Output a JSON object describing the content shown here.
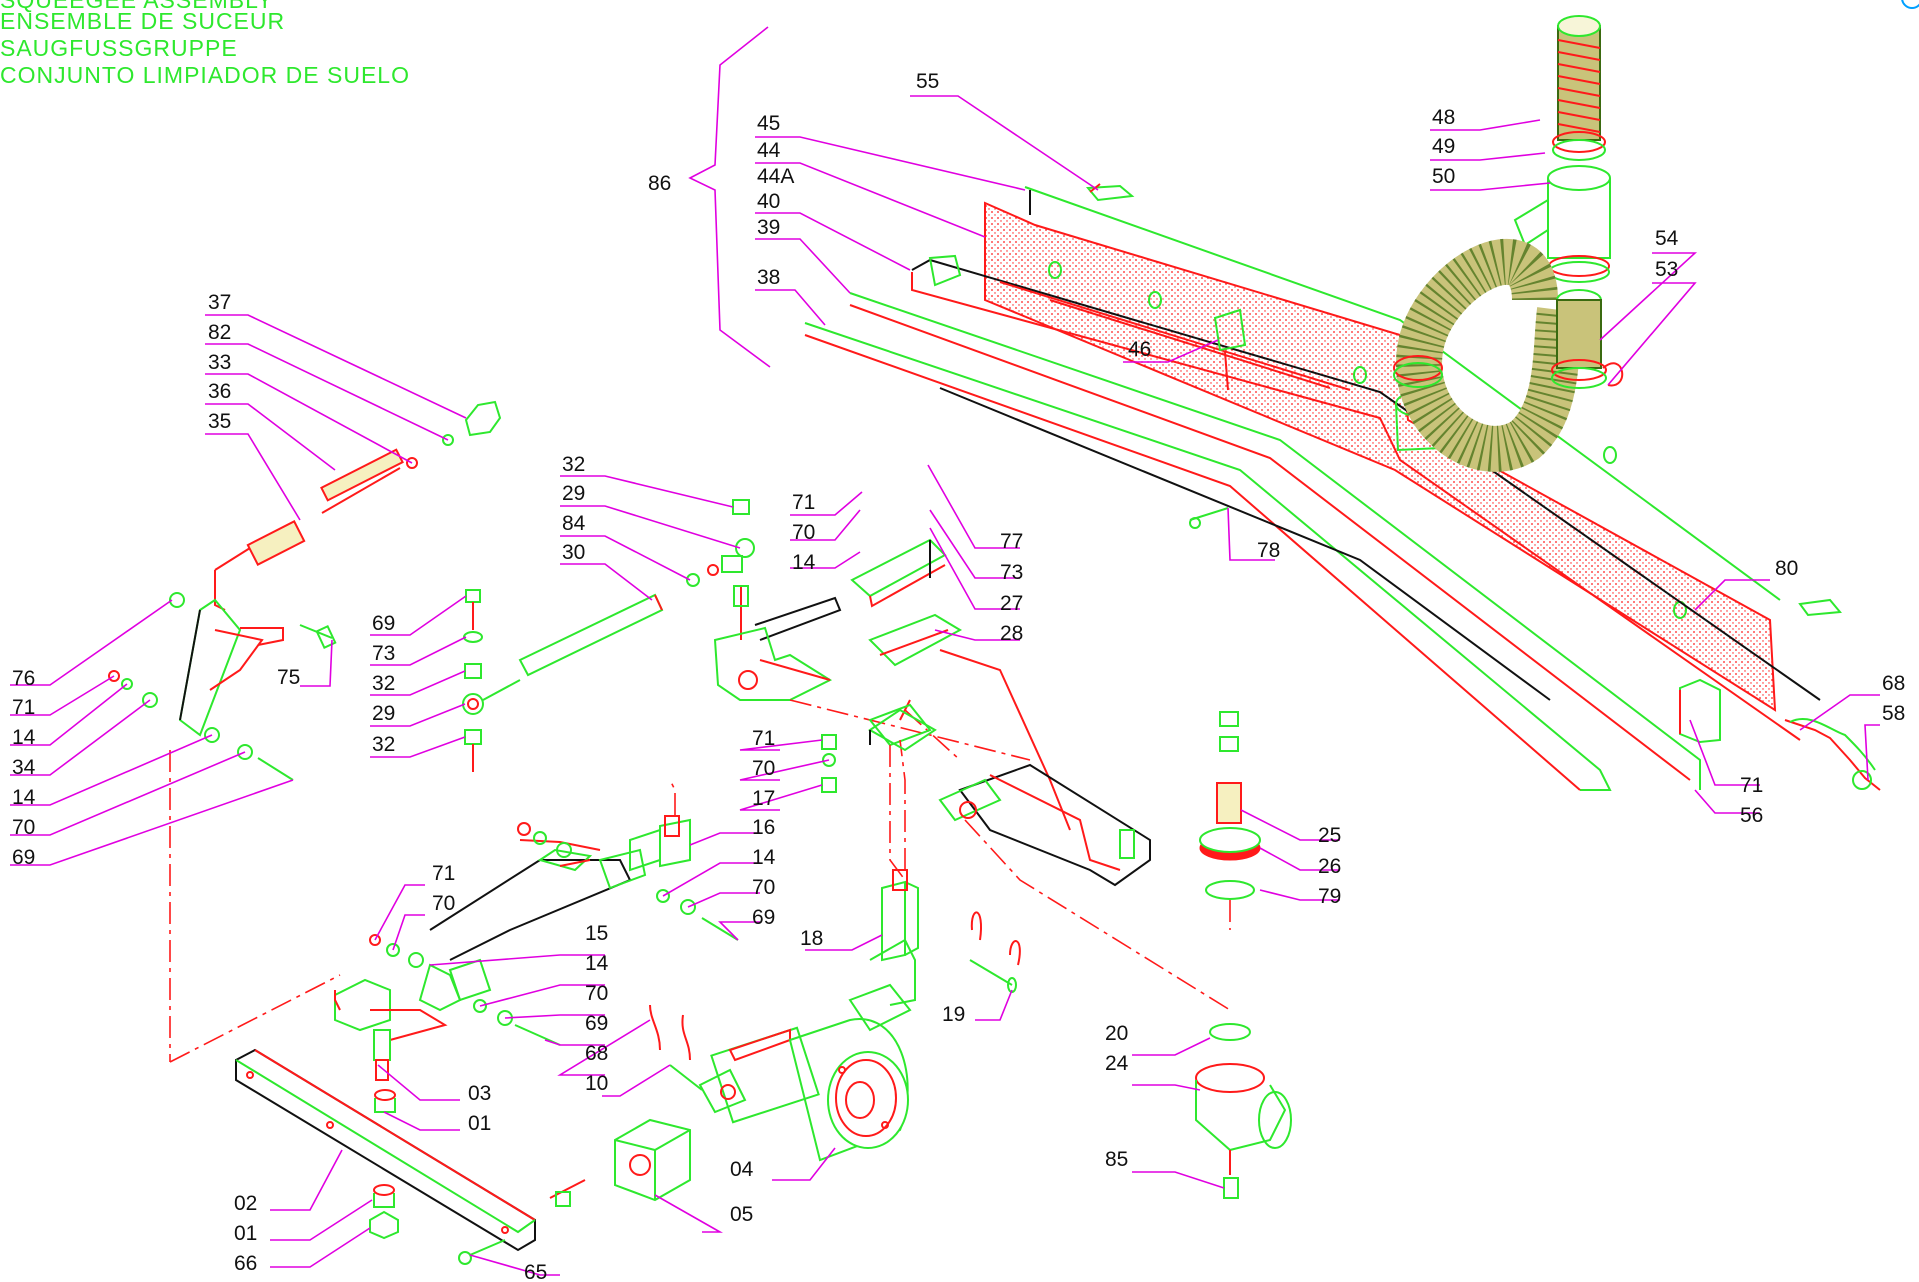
{
  "title_lines": [
    "SQUEEGEE ASSEMBLY",
    "ENSEMBLE DE SUCEUR",
    "SAUGFUSSGRUPPE",
    "CONJUNTO LIMPIADOR DE SUELO"
  ],
  "colors": {
    "title": "#2ee82e",
    "leader": "#e000e0",
    "part_red": "#ff1a1a",
    "part_green": "#2ee82e"
  },
  "callouts": {
    "c55": "55",
    "c45": "45",
    "c44": "44",
    "c44a": "44A",
    "c40": "40",
    "c39": "39",
    "c38": "38",
    "c86": "86",
    "c48": "48",
    "c49": "49",
    "c50": "50",
    "c54": "54",
    "c53": "53",
    "c46": "46",
    "c37": "37",
    "c82": "82",
    "c33": "33",
    "c36": "36",
    "c35": "35",
    "c32a": "32",
    "c29a": "29",
    "c84": "84",
    "c30": "30",
    "c71a": "71",
    "c70a": "70",
    "c14a": "14",
    "c77": "77",
    "c73a": "73",
    "c27": "27",
    "c28": "28",
    "c78": "78",
    "c80": "80",
    "c68a": "68",
    "c58": "58",
    "c71b": "71",
    "c56": "56",
    "c76": "76",
    "c71c": "71",
    "c14b": "14",
    "c34": "34",
    "c14c": "14",
    "c70b": "70",
    "c69a": "69",
    "c75": "75",
    "c69b": "69",
    "c73b": "73",
    "c32b": "32",
    "c29b": "29",
    "c32c": "32",
    "c71d": "71",
    "c70c": "70",
    "c17": "17",
    "c16": "16",
    "c14d": "14",
    "c70d": "70",
    "c69c": "69",
    "c25": "25",
    "c26": "26",
    "c79": "79",
    "c71e": "71",
    "c70e": "70",
    "c15": "15",
    "c14e": "14",
    "c70f": "70",
    "c69d": "69",
    "c68b": "68",
    "c03": "03",
    "c01a": "01",
    "c18": "18",
    "c19": "19",
    "c10": "10",
    "c04": "04",
    "c05": "05",
    "c20": "20",
    "c24": "24",
    "c85": "85",
    "c02": "02",
    "c01b": "01",
    "c66": "66",
    "c65": "65"
  }
}
